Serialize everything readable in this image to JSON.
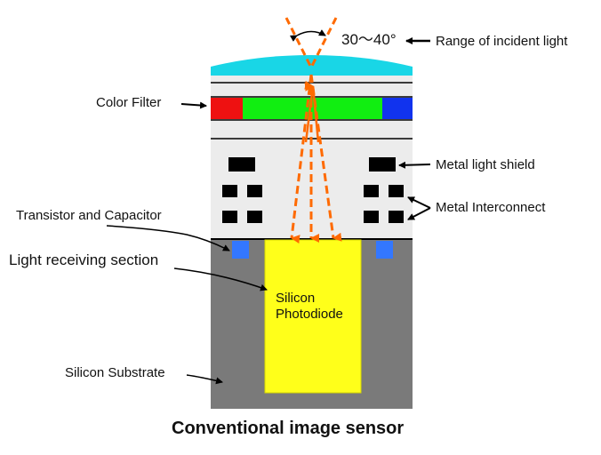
{
  "labels": {
    "angle": "30～40°",
    "incident_range": "Range of incident light",
    "color_filter": "Color Filter",
    "metal_light_shield": "Metal light shield",
    "metal_interconnect": "Metal Interconnect",
    "transistor_capacitor": "Transistor and Capacitor",
    "light_receiving_section": "Light receiving section",
    "photodiode_line1": "Silicon",
    "photodiode_line2": "Photodiode",
    "silicon_substrate": "Silicon Substrate",
    "caption": "Conventional image sensor"
  },
  "colors": {
    "lens": "#19d6e6",
    "filter_red": "#ee1111",
    "filter_green": "#11ee11",
    "filter_blue": "#1133ee",
    "metal": "#000000",
    "interlayer": "#ececec",
    "substrate": "#7a7a7a",
    "photodiode": "#ffff1a",
    "transistor": "#3377ff",
    "light_rays": "#ff6a00"
  }
}
